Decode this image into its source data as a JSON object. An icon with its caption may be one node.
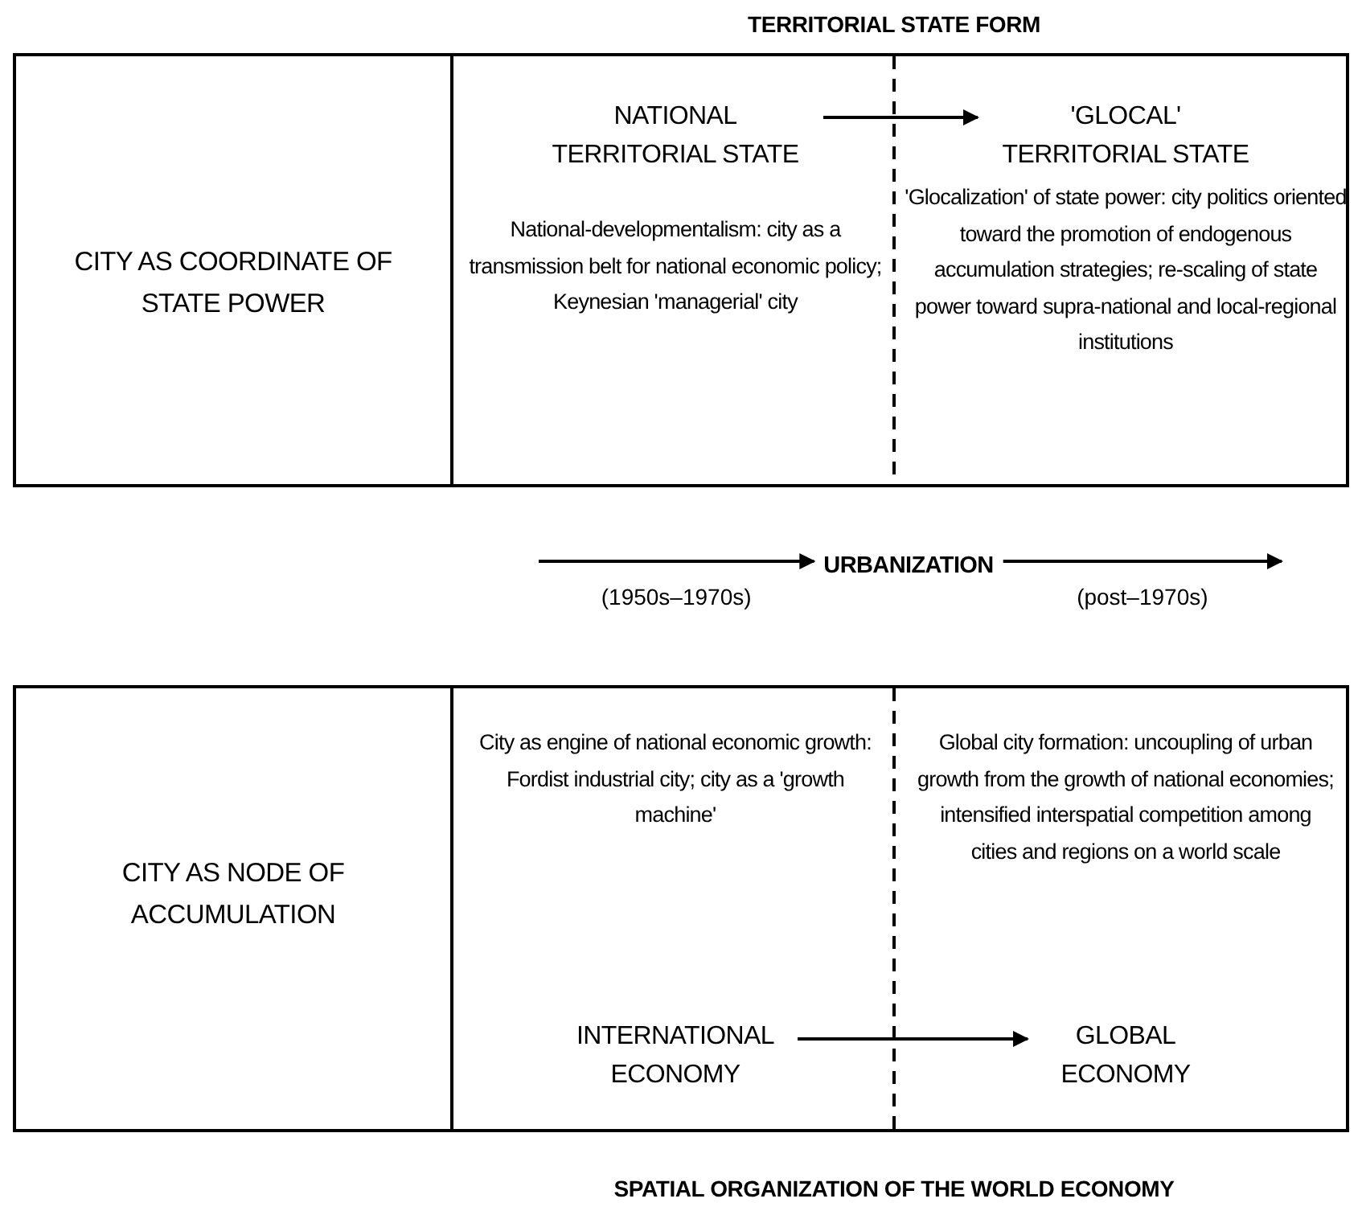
{
  "diagram": {
    "nodes": [
      {
        "text": [],
        "shape": "box"
      },
      {
        "text": [
          "CITY AS COORDINATE OF STATE POWER"
        ],
        "in": 0
      },
      {
        "text": [
          "NATIONAL TERRITORIAL STATE"
        ],
        "in": 0
      },
      {
        "text": [
          "'GLOCAL' TERRITORIAL STATE"
        ],
        "in": 0
      },
      {
        "text": [
          "URBANIZATION"
        ]
      },
      {
        "text": [],
        "shape": "box"
      },
      {
        "text": [
          "CITY AS NODE OF ACCUMULATION"
        ],
        "in": 5
      },
      {
        "text": [
          "INTERNATIONAL ECONOMY"
        ],
        "in": 5
      },
      {
        "text": [
          "GLOBAL ECONOMY"
        ],
        "in": 5
      }
    ],
    "edges": [
      {
        "from": 2,
        "to": 3,
        "arrow": "to"
      },
      {
        "from": null,
        "to": 4,
        "arrow": "to",
        "label": "(1950s–1970s)"
      },
      {
        "from": 4,
        "to": null,
        "arrow": "to",
        "label": "(post–1970s)"
      },
      {
        "from": 7,
        "to": 8,
        "arrow": "to"
      }
    ],
    "labels": [
      "TERRITORIAL STATE FORM",
      "National-developmentalism: city as a transmission belt for national economic policy; Keynesian 'managerial' city",
      "'Glocalization' of state power: city politics oriented toward the promotion of endogenous accumulation strategies; re-scaling of state power toward supra-national and local-regional institutions",
      "City as engine of national economic growth: Fordist industrial city; city as a 'growth machine'",
      "Global city formation: uncoupling of urban growth from the growth of national economies; intensified interspatial competition among cities and regions on a world scale",
      "SPATIAL ORGANIZATION OF THE WORLD ECONOMY"
    ]
  }
}
